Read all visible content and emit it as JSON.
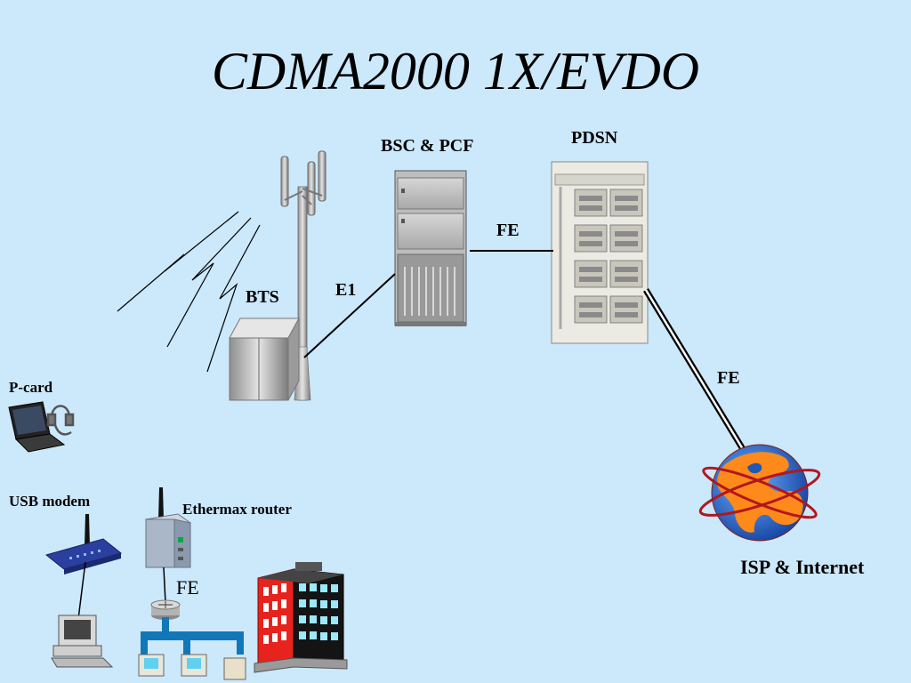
{
  "title": "CDMA2000 1X/EVDO",
  "nodes": {
    "bts": "BTS",
    "bsc": "BSC & PCF",
    "pdsn": "PDSN",
    "internet": "ISP & Internet",
    "pcard": "P-card",
    "usb_modem": "USB modem",
    "router": "Ethermax router"
  },
  "links": {
    "bts_bsc": "E1",
    "bsc_pdsn": "FE",
    "pdsn_internet": "FE",
    "router_lan": "FE"
  },
  "colors": {
    "background": "#cce8fb",
    "globe_ocean": "#1f57b5",
    "globe_land": "#ff8a1c",
    "building_red": "#e8231d",
    "modem_blue": "#2b3f9e",
    "lan_bus": "#1277b8"
  }
}
